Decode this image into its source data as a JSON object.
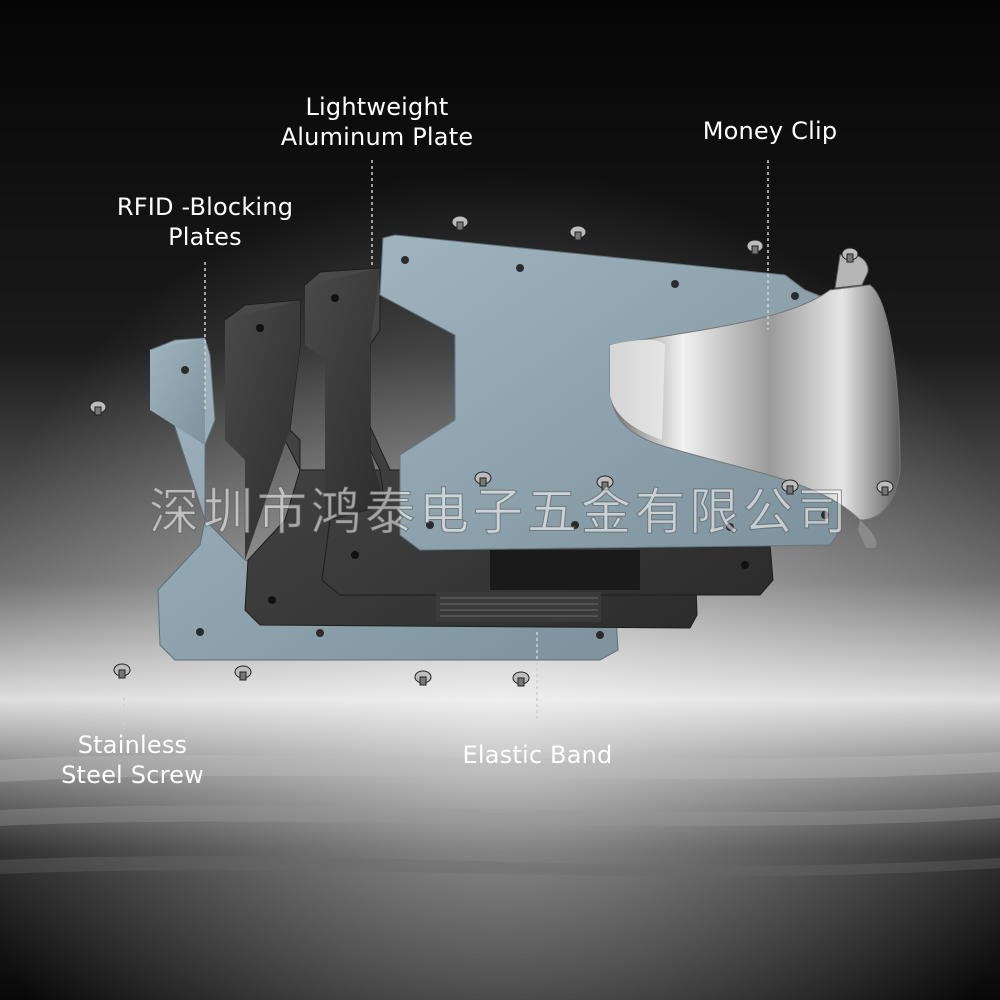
{
  "labels": {
    "aluminum_plate": [
      "Lightweight",
      "Aluminum Plate"
    ],
    "money_clip": [
      "Money Clip"
    ],
    "rfid_plates": [
      "RFID -Blocking",
      "Plates"
    ],
    "screw": [
      "Stainless",
      "Steel Screw"
    ],
    "elastic_band": [
      "Elastic Band"
    ]
  },
  "watermark": "深圳市鸿泰电子五金有限公司",
  "colors": {
    "background_dark": "#0b0b0b",
    "horizon_light": "#d9d9d9",
    "plate_blue": "#8fa3ad",
    "plate_dark": "#3b3b3b",
    "clip_silver": "#c9c9c9",
    "label_text": "#ffffff"
  }
}
